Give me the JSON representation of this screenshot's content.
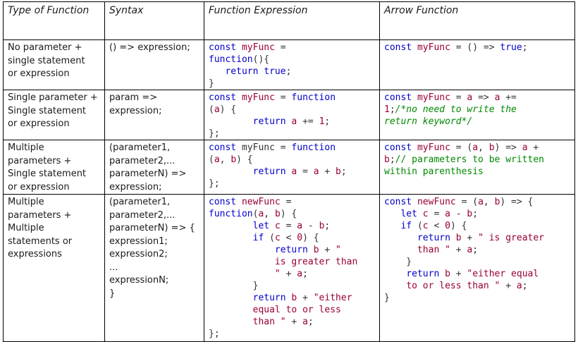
{
  "headers": [
    "Type of Function",
    "Syntax",
    "Function Expression",
    "Arrow Function"
  ],
  "rows": [
    {
      "type": [
        "No parameter +",
        "single statement",
        "or expression"
      ],
      "syntax": [
        "() => expression;"
      ]
    },
    {
      "type": [
        "Single parameter +",
        "Single statement",
        "or expression"
      ],
      "syntax": [
        "param =>",
        "expression;"
      ]
    },
    {
      "type": [
        "Multiple",
        "parameters +",
        "Single statement",
        "or expression"
      ],
      "syntax": [
        "(parameter1,",
        "parameter2,...",
        "parameterN) =>",
        "expression;"
      ]
    },
    {
      "type": [
        "Multiple",
        "parameters +",
        "Multiple",
        "statements or",
        "expressions"
      ],
      "syntax": [
        "(parameter1,",
        "parameter2,...",
        "parameterN) => {",
        "expression1;",
        "expression2;",
        "...",
        "expressionN;",
        "}"
      ]
    }
  ],
  "code": {
    "r1fe": [
      [
        [
          "k",
          "const "
        ],
        [
          "v",
          "myFunc "
        ],
        [
          "o",
          "="
        ]
      ],
      [
        [
          "k",
          "function"
        ],
        [
          "o",
          "(){"
        ]
      ],
      [
        [
          "o",
          "   "
        ],
        [
          "k",
          "return true"
        ],
        [
          "o",
          ";"
        ]
      ],
      [
        [
          "o",
          "}"
        ]
      ]
    ],
    "r1af": [
      [
        [
          "k",
          "const "
        ],
        [
          "v",
          "myFunc "
        ],
        [
          "o",
          "= () => "
        ],
        [
          "k",
          "true"
        ],
        [
          "o",
          ";"
        ]
      ]
    ],
    "r2fe": [
      [
        [
          "k",
          "const "
        ],
        [
          "v",
          "myFunc "
        ],
        [
          "o",
          "= "
        ],
        [
          "k",
          "function"
        ]
      ],
      [
        [
          "o",
          "("
        ],
        [
          "v",
          "a"
        ],
        [
          "o",
          ") {"
        ]
      ],
      [
        [
          "o",
          "        "
        ],
        [
          "k",
          "return "
        ],
        [
          "v",
          "a "
        ],
        [
          "o",
          "+= "
        ],
        [
          "v",
          "1"
        ],
        [
          "o",
          ";"
        ]
      ],
      [
        [
          "o",
          "};"
        ]
      ]
    ],
    "r2af": [
      [
        [
          "k",
          "const "
        ],
        [
          "v",
          "myFunc "
        ],
        [
          "o",
          "= "
        ],
        [
          "v",
          "a "
        ],
        [
          "o",
          "=> "
        ],
        [
          "v",
          "a "
        ],
        [
          "o",
          "+="
        ]
      ],
      [
        [
          "v",
          "1"
        ],
        [
          "o",
          ";"
        ],
        [
          "c",
          "/*no need to write the"
        ]
      ],
      [
        [
          "c",
          "return keyword*/"
        ]
      ]
    ],
    "r3fe": [
      [
        [
          "k",
          "const "
        ],
        [
          "o",
          "myFunc = "
        ],
        [
          "k",
          "function"
        ]
      ],
      [
        [
          "o",
          "("
        ],
        [
          "v",
          "a"
        ],
        [
          "o",
          ", "
        ],
        [
          "v",
          "b"
        ],
        [
          "o",
          ") {"
        ]
      ],
      [
        [
          "o",
          "        "
        ],
        [
          "k",
          "return "
        ],
        [
          "v",
          "a "
        ],
        [
          "o",
          "= "
        ],
        [
          "v",
          "a "
        ],
        [
          "o",
          "+ "
        ],
        [
          "v",
          "b"
        ],
        [
          "o",
          ";"
        ]
      ],
      [
        [
          "o",
          "};"
        ]
      ]
    ],
    "r3af": [
      [
        [
          "k",
          "const "
        ],
        [
          "v",
          "myFunc "
        ],
        [
          "o",
          "= ("
        ],
        [
          "v",
          "a"
        ],
        [
          "o",
          ", "
        ],
        [
          "v",
          "b"
        ],
        [
          "o",
          ") => "
        ],
        [
          "v",
          "a "
        ],
        [
          "o",
          "+"
        ]
      ],
      [
        [
          "v",
          "b"
        ],
        [
          "o",
          ";"
        ],
        [
          "g",
          "// parameters to be written"
        ]
      ],
      [
        [
          "g",
          "within parenthesis"
        ]
      ]
    ],
    "r4fe": [
      [
        [
          "k",
          "const "
        ],
        [
          "v",
          "newFunc "
        ],
        [
          "o",
          "="
        ]
      ],
      [
        [
          "k",
          "function"
        ],
        [
          "o",
          "("
        ],
        [
          "v",
          "a"
        ],
        [
          "o",
          ", "
        ],
        [
          "v",
          "b"
        ],
        [
          "o",
          ") {"
        ]
      ],
      [
        [
          "o",
          "        "
        ],
        [
          "k",
          "let "
        ],
        [
          "v",
          "c "
        ],
        [
          "o",
          "= "
        ],
        [
          "v",
          "a "
        ],
        [
          "o",
          "- "
        ],
        [
          "v",
          "b"
        ],
        [
          "o",
          ";"
        ]
      ],
      [
        [
          "o",
          "        "
        ],
        [
          "k",
          "if "
        ],
        [
          "o",
          "("
        ],
        [
          "v",
          "c "
        ],
        [
          "o",
          "< "
        ],
        [
          "v",
          "0"
        ],
        [
          "o",
          ") {"
        ]
      ],
      [
        [
          "o",
          "            "
        ],
        [
          "k",
          "return "
        ],
        [
          "v",
          "b "
        ],
        [
          "o",
          "+ "
        ],
        [
          "s",
          "\""
        ]
      ],
      [
        [
          "o",
          "            "
        ],
        [
          "s",
          "is greater than"
        ]
      ],
      [
        [
          "o",
          "            "
        ],
        [
          "s",
          "\" "
        ],
        [
          "o",
          "+ "
        ],
        [
          "v",
          "a"
        ],
        [
          "o",
          ";"
        ]
      ],
      [
        [
          "o",
          "        }"
        ]
      ],
      [
        [
          "o",
          "        "
        ],
        [
          "k",
          "return "
        ],
        [
          "v",
          "b "
        ],
        [
          "o",
          "+ "
        ],
        [
          "s",
          "\"either"
        ]
      ],
      [
        [
          "o",
          "        "
        ],
        [
          "s",
          "equal to or less"
        ]
      ],
      [
        [
          "o",
          "        "
        ],
        [
          "s",
          "than \" "
        ],
        [
          "o",
          "+ "
        ],
        [
          "v",
          "a"
        ],
        [
          "o",
          ";"
        ]
      ],
      [
        [
          "o",
          "};"
        ]
      ]
    ],
    "r4af": [
      [
        [
          "k",
          "const "
        ],
        [
          "v",
          "newFunc "
        ],
        [
          "o",
          "= ("
        ],
        [
          "v",
          "a"
        ],
        [
          "o",
          ", "
        ],
        [
          "v",
          "b"
        ],
        [
          "o",
          ") => {"
        ]
      ],
      [
        [
          "o",
          "   "
        ],
        [
          "k",
          "let "
        ],
        [
          "v",
          "c "
        ],
        [
          "o",
          "= "
        ],
        [
          "v",
          "a "
        ],
        [
          "o",
          "- "
        ],
        [
          "v",
          "b"
        ],
        [
          "o",
          ";"
        ]
      ],
      [
        [
          "o",
          "   "
        ],
        [
          "k",
          "if "
        ],
        [
          "o",
          "("
        ],
        [
          "v",
          "c "
        ],
        [
          "o",
          "< "
        ],
        [
          "v",
          "0"
        ],
        [
          "o",
          ") {"
        ]
      ],
      [
        [
          "o",
          "      "
        ],
        [
          "k",
          "return "
        ],
        [
          "v",
          "b "
        ],
        [
          "o",
          "+ "
        ],
        [
          "s",
          "\" is greater"
        ]
      ],
      [
        [
          "o",
          "      "
        ],
        [
          "s",
          "than \" "
        ],
        [
          "o",
          "+ "
        ],
        [
          "v",
          "a"
        ],
        [
          "o",
          ";"
        ]
      ],
      [
        [
          "o",
          "    }"
        ]
      ],
      [
        [
          "o",
          "    "
        ],
        [
          "k",
          "return "
        ],
        [
          "v",
          "b "
        ],
        [
          "o",
          "+ "
        ],
        [
          "s",
          "\"either equal"
        ]
      ],
      [
        [
          "o",
          "    "
        ],
        [
          "s",
          "to or less than \" "
        ],
        [
          "o",
          "+ "
        ],
        [
          "v",
          "a"
        ],
        [
          "o",
          ";"
        ]
      ],
      [
        [
          "o",
          "}"
        ]
      ]
    ]
  }
}
